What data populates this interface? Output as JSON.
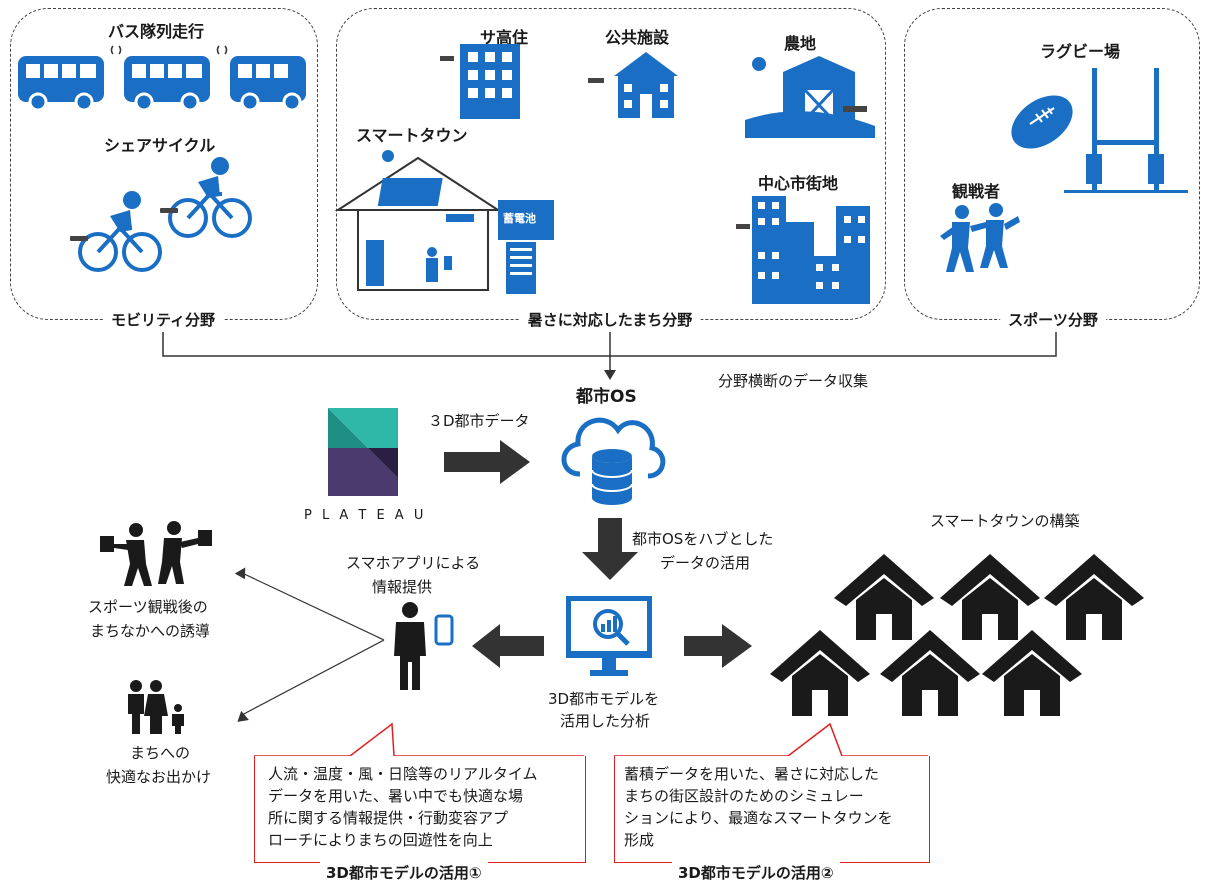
{
  "domains": {
    "mobility": {
      "label": "モビリティ分野",
      "bus_title": "バス隊列走行",
      "cycle_title": "シェアサイクル"
    },
    "heat": {
      "label": "暑さに対応したまち分野",
      "elderly_housing": "サ高住",
      "public_facility": "公共施設",
      "farmland": "農地",
      "smart_town": "スマートタウン",
      "downtown": "中心市街地",
      "battery": "蓄電池"
    },
    "sports": {
      "label": "スポーツ分野",
      "rugby_field": "ラグビー場",
      "spectators": "観戦者"
    }
  },
  "flow": {
    "cross_domain": "分野横断のデータ収集",
    "city_os": "都市OS",
    "data_3d": "３D都市データ",
    "plateau": "P L A T E A U",
    "hub_line1": "都市OSをハブとした",
    "hub_line2": "データの活用",
    "analysis_line1": "3D都市モデルを",
    "analysis_line2": "活用した分析",
    "smartphone_line1": "スマホアプリによる",
    "smartphone_line2": "情報提供",
    "smarttown_build": "スマートタウンの構築",
    "guide_line1": "スポーツ観戦後の",
    "guide_line2": "まちなかへの誘導",
    "outing_line1": "まちへの",
    "outing_line2": "快適なお出かけ"
  },
  "callouts": [
    {
      "lines": [
        "人流・温度・風・日陰等のリアルタイム",
        "データを用いた、暑い中でも快適な場",
        "所に関する情報提供・行動変容アプ",
        "ローチによりまちの回遊性を向上"
      ],
      "title": "3D都市モデルの活用①"
    },
    {
      "lines": [
        "蓄積データを用いた、暑さに対応した",
        "まちの街区設計のためのシミュレー",
        "ションにより、最適なスマートタウンを",
        "形成"
      ],
      "title": "3D都市モデルの活用②"
    }
  ],
  "colors": {
    "accent_blue": "#1a6fc4",
    "callout_red": "#e02020",
    "dark": "#1a1a1a",
    "plateau_teal": "#2fb7a7",
    "plateau_purple": "#4a3a6e"
  }
}
